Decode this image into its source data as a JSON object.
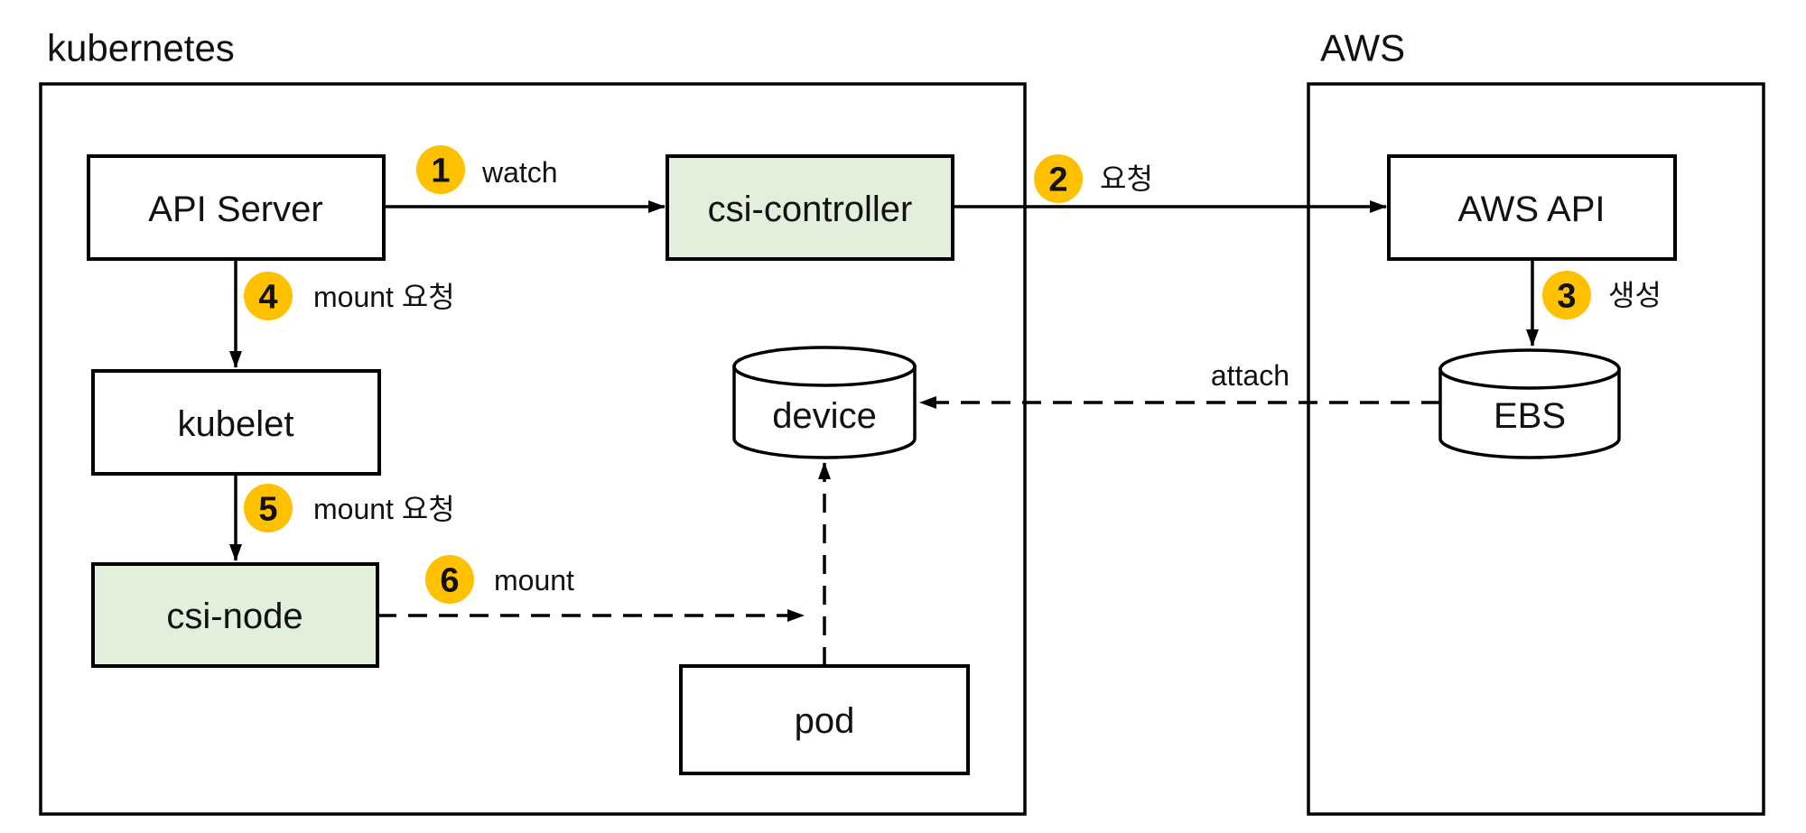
{
  "diagram": {
    "groups": [
      {
        "id": "kubernetes",
        "label": "kubernetes"
      },
      {
        "id": "aws",
        "label": "AWS"
      }
    ],
    "nodes": [
      {
        "id": "api-server",
        "label": "API Server",
        "shape": "rect",
        "group": "kubernetes",
        "highlighted": false
      },
      {
        "id": "csi-controller",
        "label": "csi-controller",
        "shape": "rect",
        "group": "kubernetes",
        "highlighted": true
      },
      {
        "id": "kubelet",
        "label": "kubelet",
        "shape": "rect",
        "group": "kubernetes",
        "highlighted": false
      },
      {
        "id": "csi-node",
        "label": "csi-node",
        "shape": "rect",
        "group": "kubernetes",
        "highlighted": true
      },
      {
        "id": "device",
        "label": "device",
        "shape": "cylinder",
        "group": "kubernetes",
        "highlighted": false
      },
      {
        "id": "pod",
        "label": "pod",
        "shape": "rect",
        "group": "kubernetes",
        "highlighted": false
      },
      {
        "id": "aws-api",
        "label": "AWS API",
        "shape": "rect",
        "group": "aws",
        "highlighted": false
      },
      {
        "id": "ebs",
        "label": "EBS",
        "shape": "cylinder",
        "group": "aws",
        "highlighted": false
      }
    ],
    "steps": [
      {
        "num": "1",
        "label": "watch",
        "from": "api-server",
        "to": "csi-controller",
        "style": "solid"
      },
      {
        "num": "2",
        "label": "요청",
        "from": "csi-controller",
        "to": "aws-api",
        "style": "solid"
      },
      {
        "num": "3",
        "label": "생성",
        "from": "aws-api",
        "to": "ebs",
        "style": "solid"
      },
      {
        "num": "4",
        "label": "mount 요청",
        "from": "api-server",
        "to": "kubelet",
        "style": "solid"
      },
      {
        "num": "5",
        "label": "mount 요청",
        "from": "kubelet",
        "to": "csi-node",
        "style": "solid"
      },
      {
        "num": "6",
        "label": "mount",
        "from": "csi-node",
        "to": "device",
        "style": "dashed"
      }
    ],
    "extra_edges": [
      {
        "label": "attach",
        "from": "ebs",
        "to": "device",
        "style": "dashed"
      },
      {
        "label": "",
        "from": "pod",
        "to": "device",
        "style": "dashed"
      }
    ],
    "colors": {
      "background": "#ffffff",
      "node_fill": "#ffffff",
      "highlight_fill": "#e2efda",
      "badge_fill": "#ffc000",
      "stroke": "#000000",
      "text": "#111111"
    }
  }
}
